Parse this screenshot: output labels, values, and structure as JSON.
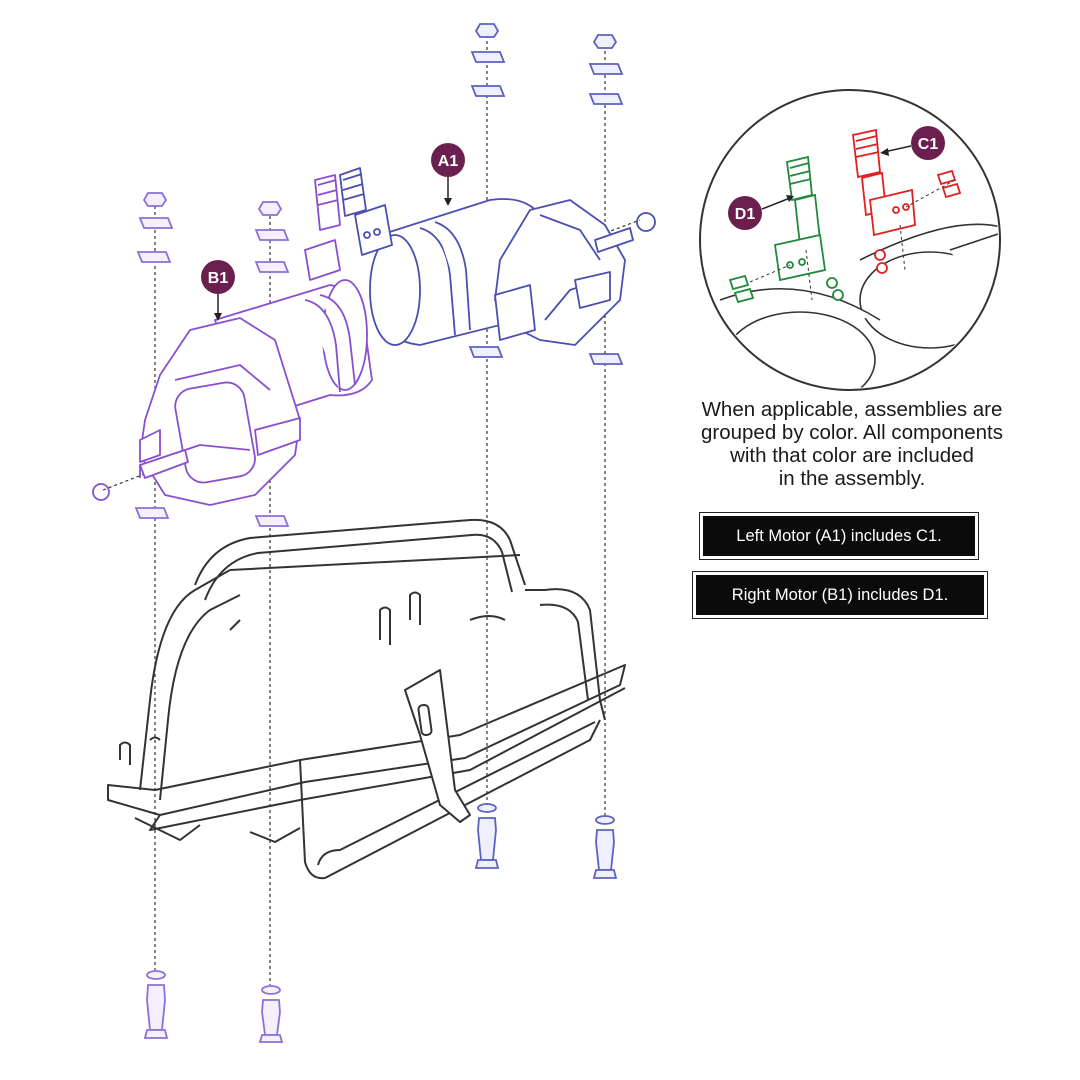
{
  "callouts": {
    "a1": "A1",
    "b1": "B1",
    "c1": "C1",
    "d1": "D1"
  },
  "note": {
    "lines": [
      "When applicable, assemblies are",
      "grouped by color. All components",
      "with that color are included",
      "in the assembly."
    ]
  },
  "boxes": {
    "left_motor": "Left Motor (A1) includes C1.",
    "right_motor": "Right Motor (B1) includes D1."
  },
  "colors": {
    "motor_a1": "#4a4fb0",
    "motor_b1": "#8a4fd0",
    "hardware": "#6a6ab8",
    "bracket_c1": "#e02020",
    "bracket_d1": "#1f8a3a",
    "callout_fill": "#6b1f4f",
    "frame": "#333333"
  }
}
